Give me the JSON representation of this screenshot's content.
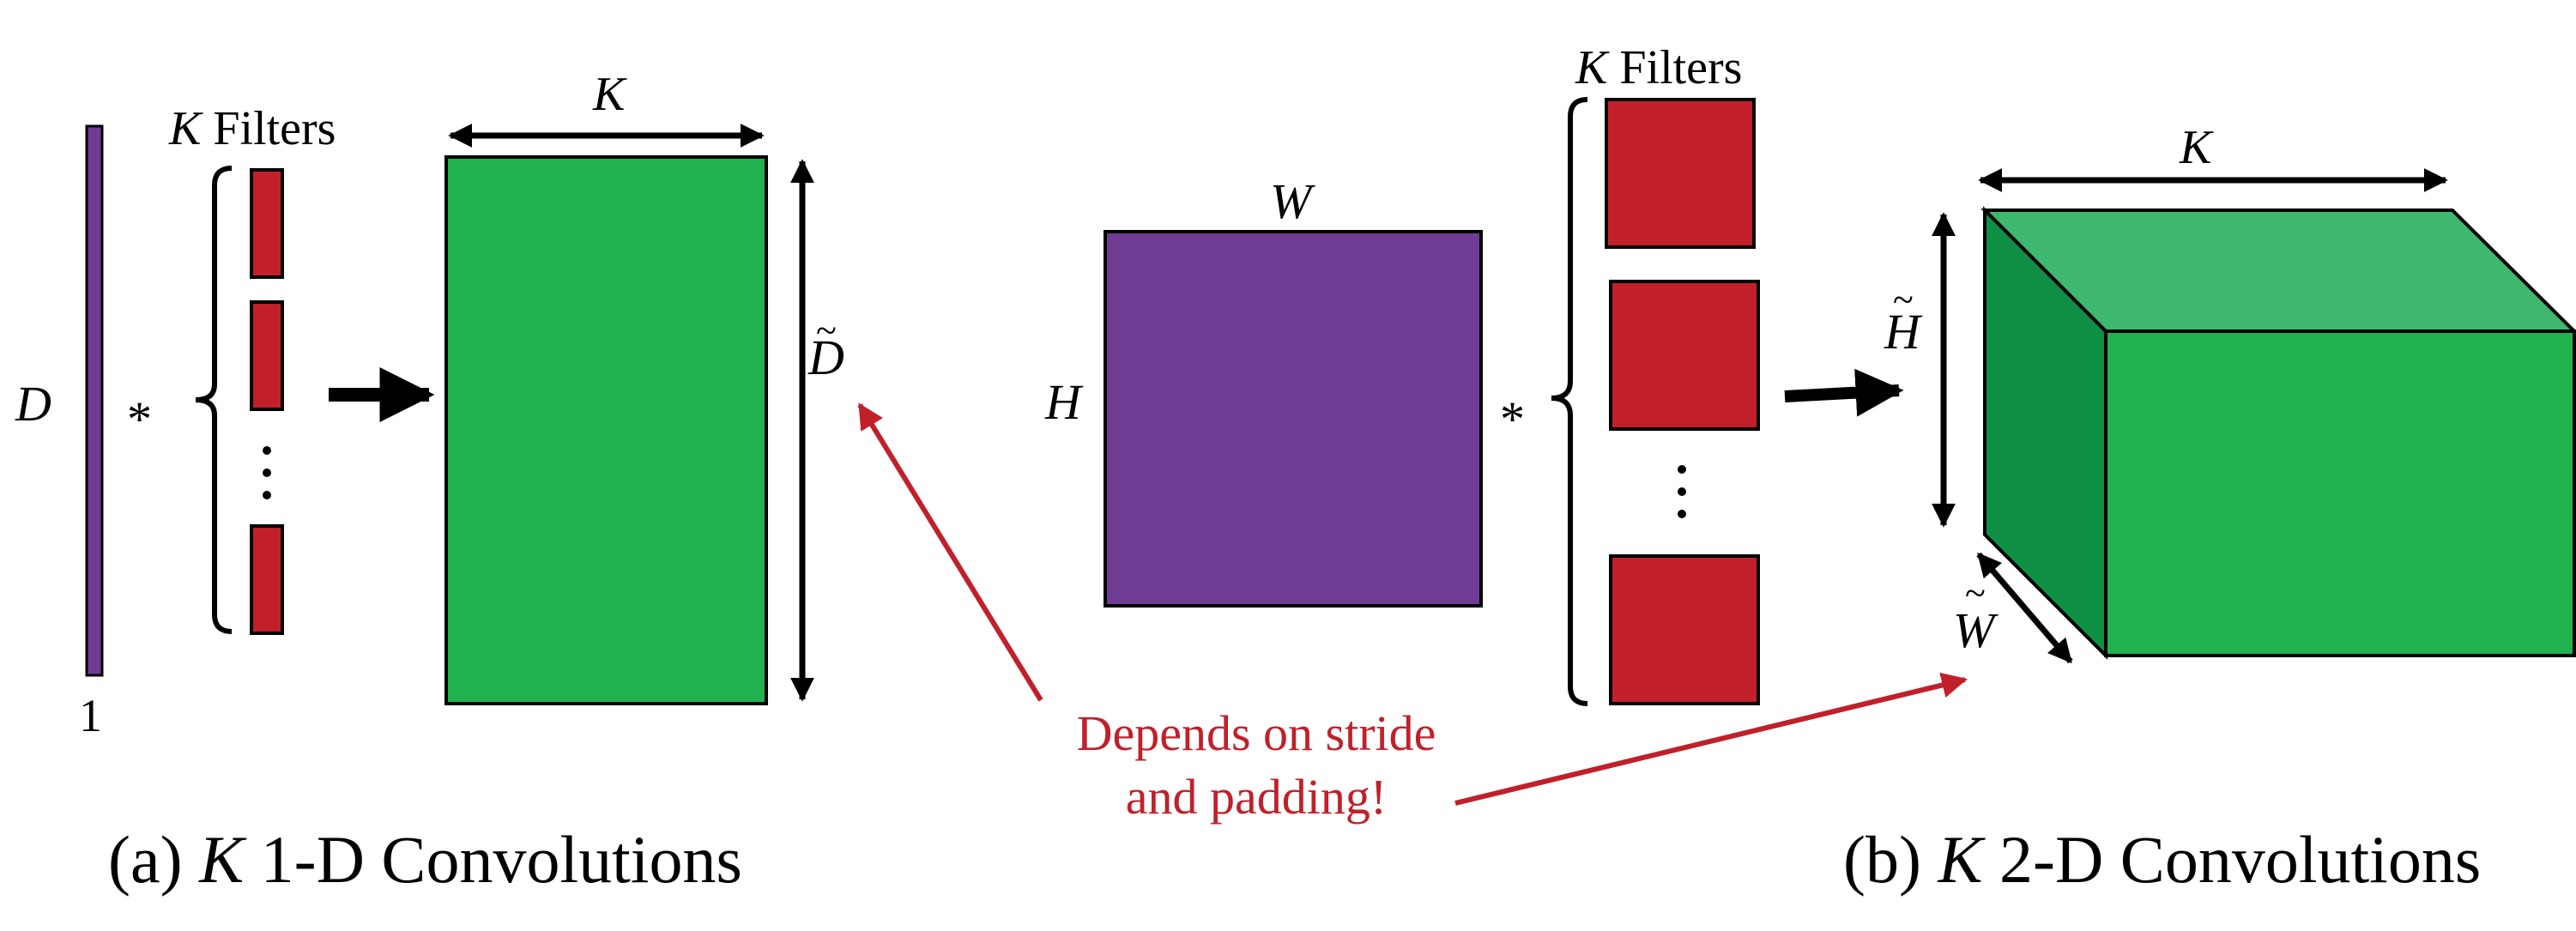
{
  "panel_a": {
    "input_length_label": "D",
    "input_width_label": "1",
    "operator": "*",
    "filters_k": "K",
    "filters_word": " Filters",
    "ellipsis": "⋮",
    "output_width_label": "K",
    "output_height_label": "D",
    "caption_prefix": "(a) ",
    "caption_k": "K",
    "caption_suffix": " 1-D Convolutions"
  },
  "panel_b": {
    "input_width_label": "W",
    "input_height_label": "H",
    "operator": "*",
    "filters_k": "K",
    "filters_word": " Filters",
    "ellipsis": "⋮",
    "output_width_label": "K",
    "output_height_label": "H",
    "output_depth_label": "W",
    "caption_prefix": "(b) ",
    "caption_k": "K",
    "caption_suffix": " 2-D Convolutions"
  },
  "annotation": {
    "line1": "Depends on stride",
    "line2": "and padding!"
  },
  "colors": {
    "input": "#6f3b94",
    "filter": "#c1202a",
    "output": "#21b14f",
    "output_top": "#3db86e",
    "output_side": "#0f8f44",
    "annotation": "#c1202a"
  }
}
